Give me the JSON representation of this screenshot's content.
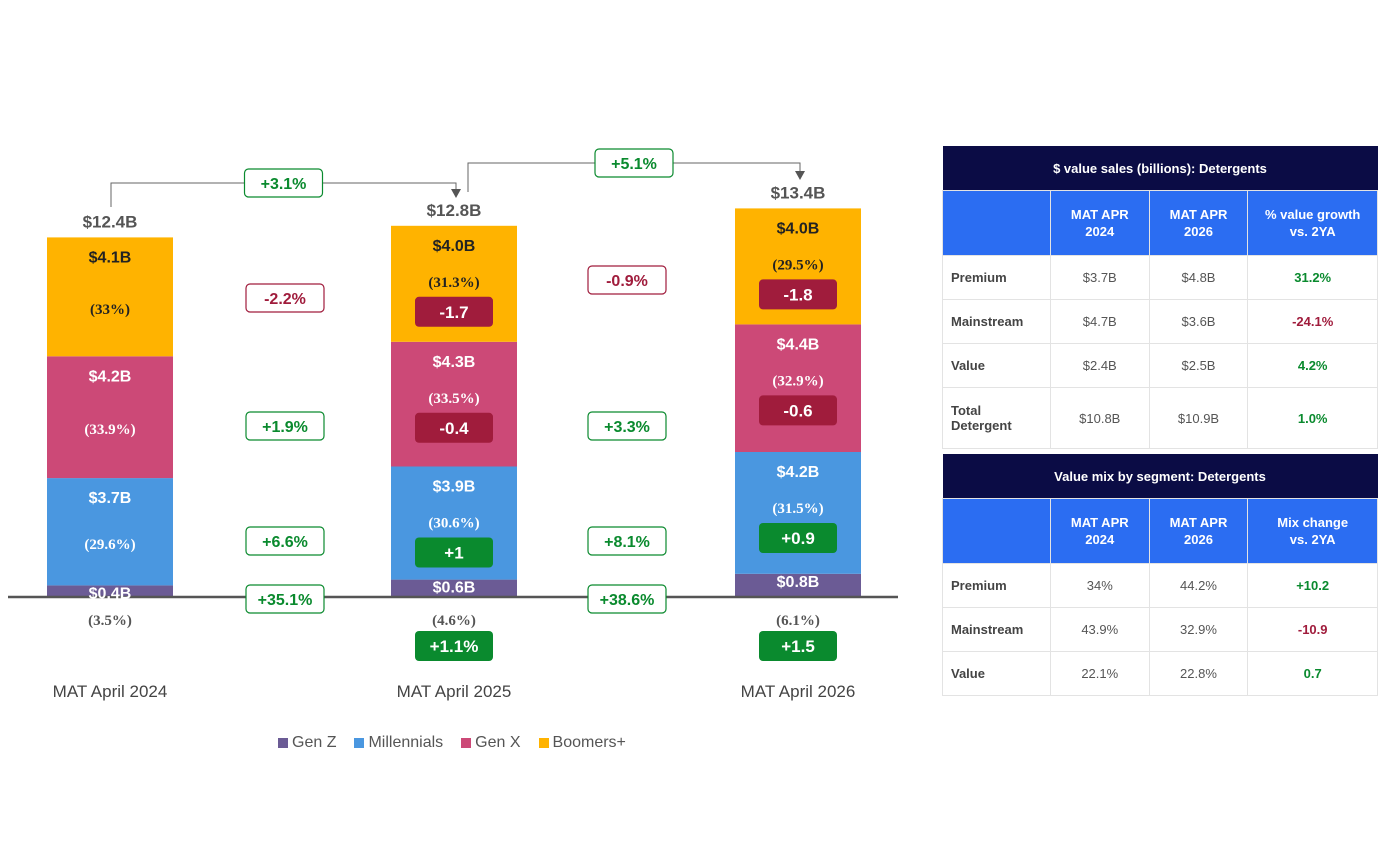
{
  "chart_data": {
    "type": "bar",
    "stacked": true,
    "categories": [
      "MAT April 2024",
      "MAT April 2025",
      "MAT April 2026"
    ],
    "totals": [
      "$12.4B",
      "$12.8B",
      "$13.4B"
    ],
    "colors": {
      "Gen Z": "#6b5b95",
      "Millennials": "#4a97e0",
      "Gen X": "#cc4977",
      "Boomers+": "#ffb300"
    },
    "series": [
      {
        "name": "Gen Z",
        "values": [
          0.4,
          0.6,
          0.8
        ],
        "labels": [
          "$0.4B",
          "$0.6B",
          "$0.8B"
        ],
        "shares": [
          "(3.5%)",
          "(4.6%)",
          "(6.1%)"
        ]
      },
      {
        "name": "Millennials",
        "values": [
          3.7,
          3.9,
          4.2
        ],
        "labels": [
          "$3.7B",
          "$3.9B",
          "$4.2B"
        ],
        "shares": [
          "(29.6%)",
          "(30.6%)",
          "(31.5%)"
        ]
      },
      {
        "name": "Gen X",
        "values": [
          4.2,
          4.3,
          4.4
        ],
        "labels": [
          "$4.2B",
          "$4.3B",
          "$4.4B"
        ],
        "shares": [
          "(33.9%)",
          "(33.5%)",
          "(32.9%)"
        ]
      },
      {
        "name": "Boomers+",
        "values": [
          4.1,
          4.0,
          4.0
        ],
        "labels": [
          "$4.1B",
          "$4.0B",
          "$4.0B"
        ],
        "shares": [
          "(33%)",
          "(31.3%)",
          "(29.5%)"
        ]
      }
    ],
    "share_changes": {
      "Gen Z": [
        null,
        "+1.1%",
        "+1.5"
      ],
      "Millennials": [
        null,
        "+1",
        "+0.9"
      ],
      "Gen X": [
        null,
        "-0.4",
        "-0.6"
      ],
      "Boomers+": [
        null,
        "-1.7",
        "-1.8"
      ]
    },
    "growth_between": [
      {
        "Gen Z": "+35.1%",
        "Millennials": "+6.6%",
        "Gen X": "+1.9%",
        "Boomers+": "-2.2%"
      },
      {
        "Gen Z": "+38.6%",
        "Millennials": "+8.1%",
        "Gen X": "+3.3%",
        "Boomers+": "-0.9%"
      }
    ],
    "total_growth": [
      "+3.1%",
      "+5.1%"
    ],
    "legend": [
      "Gen Z",
      "Millennials",
      "Gen X",
      "Boomers+"
    ],
    "legend_position": "bottom",
    "grid": false
  },
  "table1": {
    "title": "$ value sales (billions): Detergents",
    "headers": [
      "",
      "MAT APR\n2024",
      "MAT APR\n2026",
      "% value growth\nvs. 2YA"
    ],
    "rows": [
      {
        "label": "Premium",
        "c1": "$3.7B",
        "c2": "$4.8B",
        "c3": "31.2%",
        "trend": "pos"
      },
      {
        "label": "Mainstream",
        "c1": "$4.7B",
        "c2": "$3.6B",
        "c3": "-24.1%",
        "trend": "neg"
      },
      {
        "label": "Value",
        "c1": "$2.4B",
        "c2": "$2.5B",
        "c3": "4.2%",
        "trend": "pos"
      },
      {
        "label": "Total\nDetergent",
        "c1": "$10.8B",
        "c2": "$10.9B",
        "c3": "1.0%",
        "trend": "pos"
      }
    ]
  },
  "table2": {
    "title": "Value mix by segment: Detergents",
    "headers": [
      "",
      "MAT APR\n2024",
      "MAT APR\n2026",
      "Mix change\nvs. 2YA"
    ],
    "rows": [
      {
        "label": "Premium",
        "c1": "34%",
        "c2": "44.2%",
        "c3": "+10.2",
        "trend": "pos"
      },
      {
        "label": "Mainstream",
        "c1": "43.9%",
        "c2": "32.9%",
        "c3": "-10.9",
        "trend": "neg"
      },
      {
        "label": "Value",
        "c1": "22.1%",
        "c2": "22.8%",
        "c3": "0.7",
        "trend": "pos"
      }
    ]
  }
}
